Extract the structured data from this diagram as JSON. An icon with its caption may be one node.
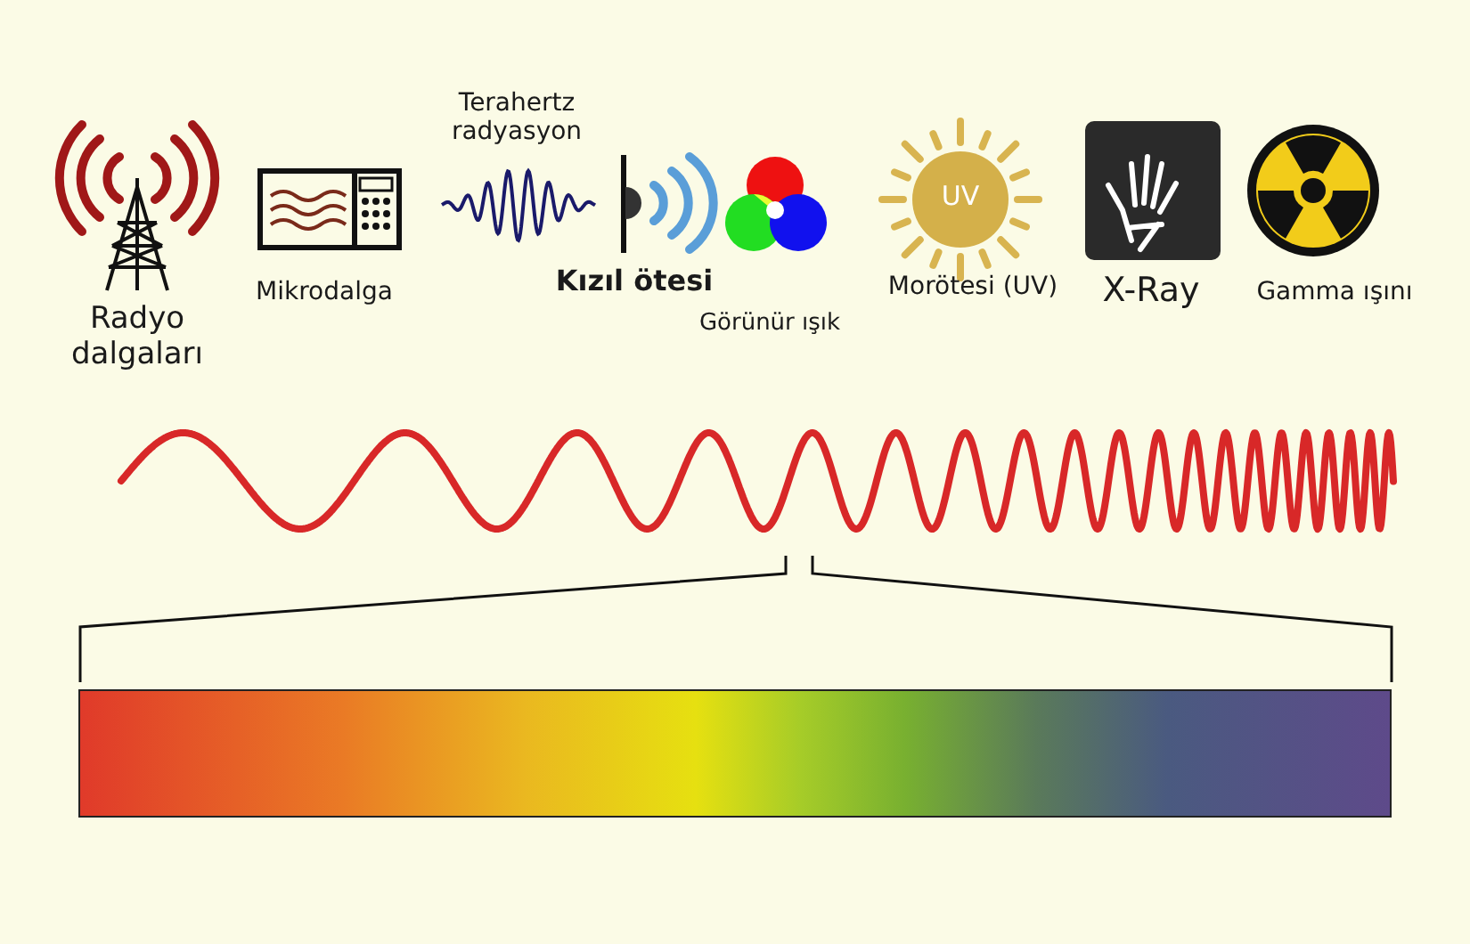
{
  "diagram": {
    "nodes": [
      {
        "text": [],
        "shape": "bar"
      }
    ],
    "labels": [
      "Radyo dalgaları",
      "Mikrodalga",
      "Terahertz radyasyon",
      "Kızıl ötesi",
      "Görünür ışık",
      "UV",
      "Morötesi (UV)",
      "X-Ray",
      "Gamma ışını"
    ]
  }
}
